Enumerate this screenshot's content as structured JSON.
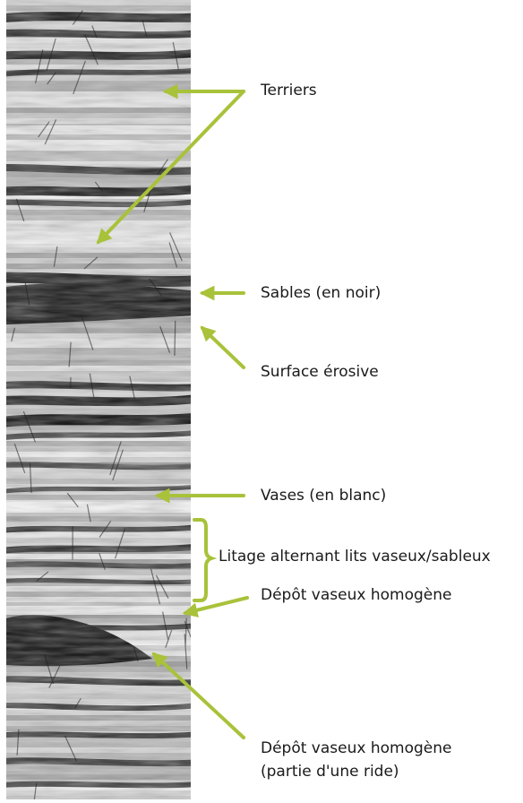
{
  "labels": {
    "terriers": "Terriers",
    "sables": "Sables (en noir)",
    "surface": "Surface érosive",
    "vases": "Vases (en blanc)",
    "litage": "Litage alternant lits vaseux/sableux",
    "depot_homogene": "Dépôt vaseux homogène",
    "depot_ride_line1": "Dépôt vaseux homogène",
    "depot_ride_line2": "(partie d'une ride)"
  },
  "colors": {
    "arrow": "#a8c23a",
    "text": "#1a1a1a"
  },
  "core_image": {
    "type": "grayscale core sample photograph"
  }
}
